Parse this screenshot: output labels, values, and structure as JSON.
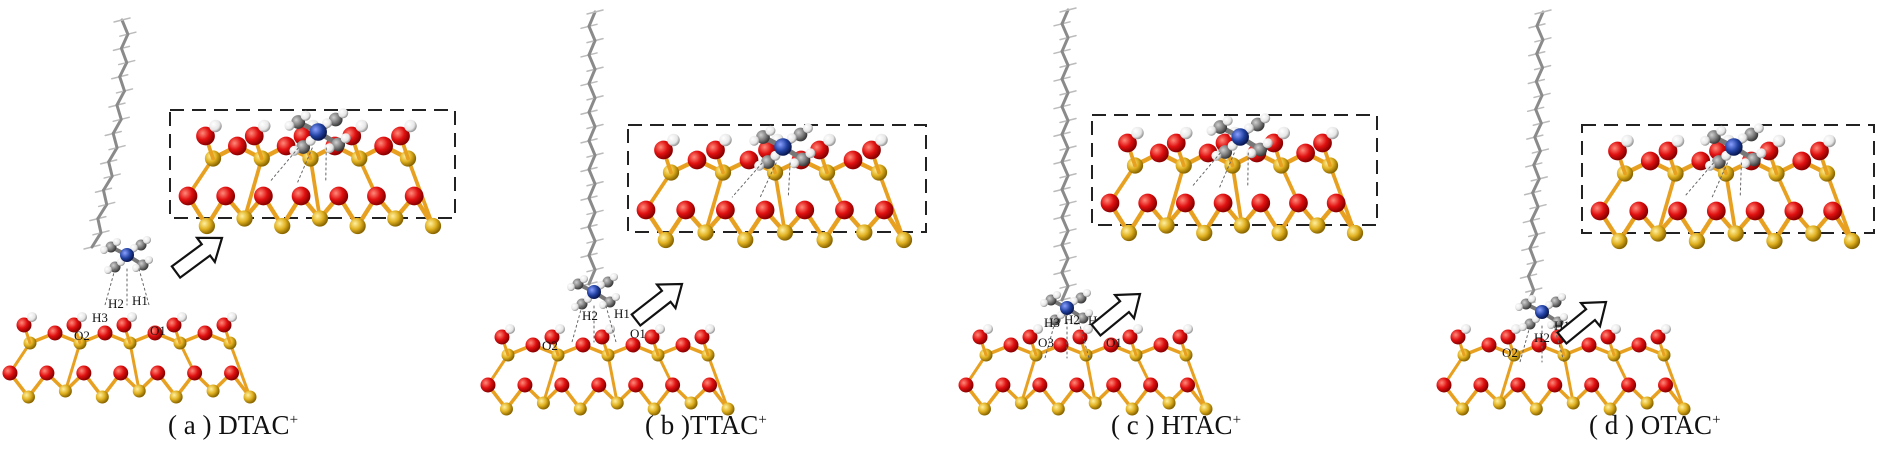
{
  "panels": [
    {
      "caption": "( a ) DTAC",
      "caption_sup": "+",
      "labels": [
        "H1",
        "H2",
        "H3",
        "O1",
        "O2"
      ]
    },
    {
      "caption": "( b )TTAC",
      "caption_sup": "+",
      "labels": [
        "H1",
        "H2",
        "O1",
        "O2"
      ]
    },
    {
      "caption": "( c ) HTAC",
      "caption_sup": "+",
      "labels": [
        "H1",
        "H2",
        "H3",
        "O1",
        "O3"
      ]
    },
    {
      "caption": "( d ) OTAC",
      "caption_sup": "+",
      "labels": [
        "H1",
        "H2",
        "O2"
      ]
    }
  ],
  "colors": {
    "oxygen": "#e01010",
    "silicon": "#e0b020",
    "carbon": "#8a8a8a",
    "nitrogen": "#2040a0",
    "hydrogen": "#f2f2f2",
    "bond": "#e8a020",
    "frame": "#222222"
  }
}
